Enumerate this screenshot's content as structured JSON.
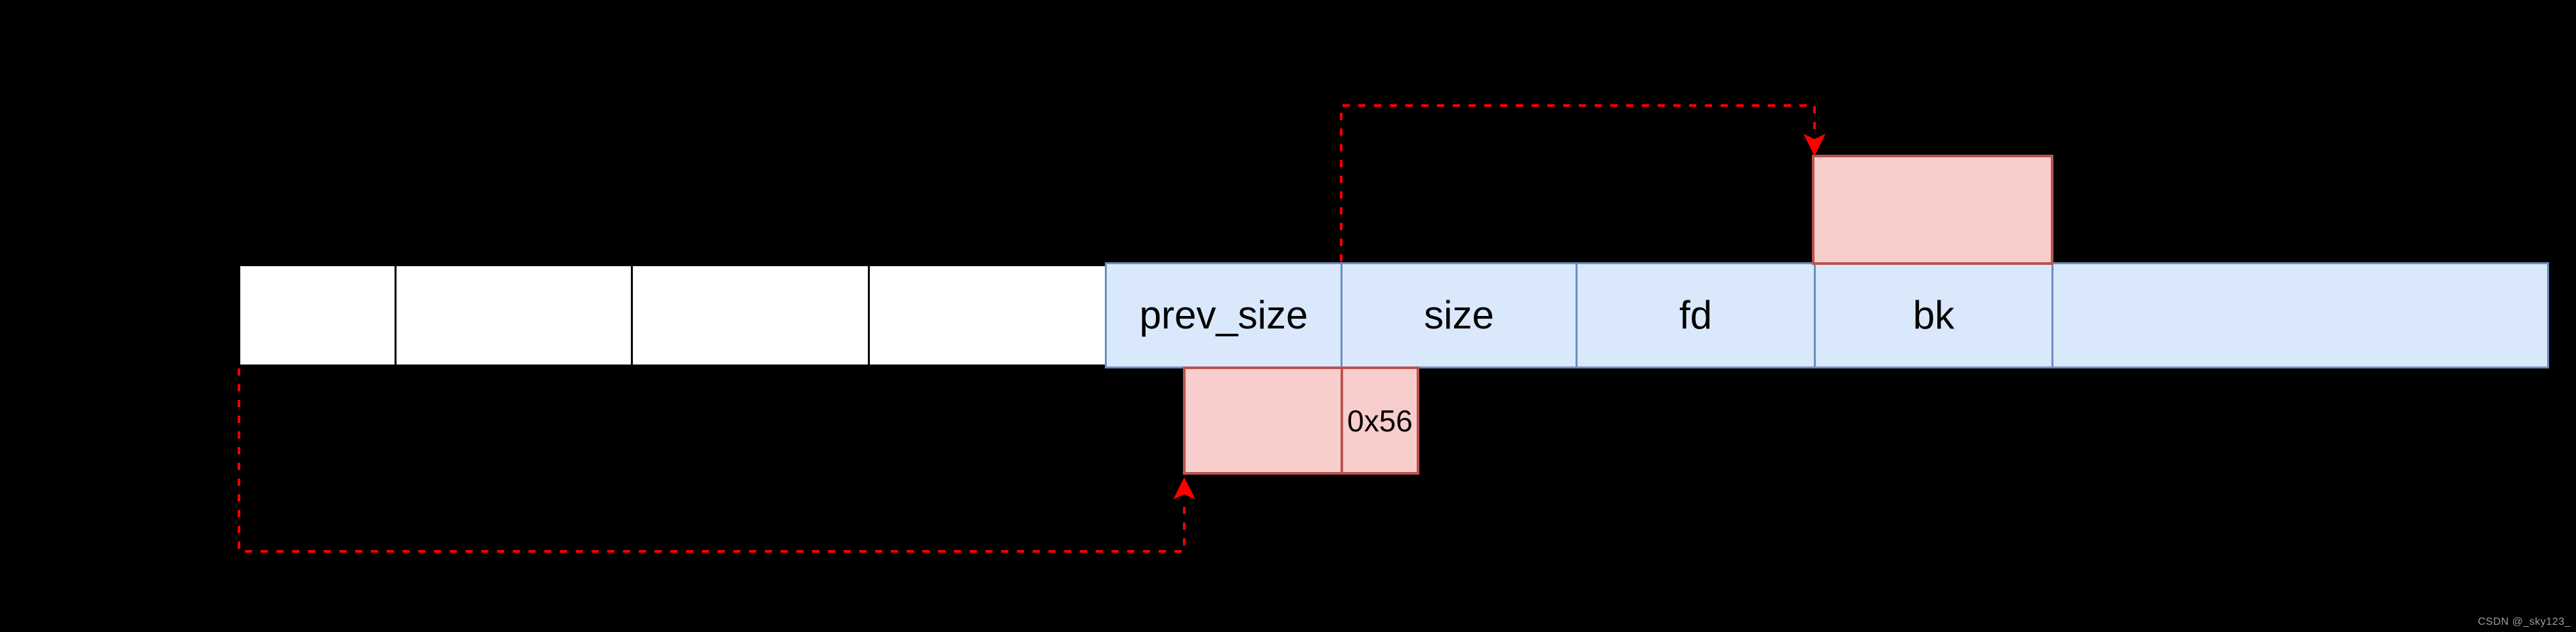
{
  "colors": {
    "background": "#000000",
    "chunk_fill": "#dae8fc",
    "chunk_stroke": "#6c8ebf",
    "highlight_fill": "#f8cecc",
    "highlight_stroke": "#b85450",
    "plain_cell_fill": "#ffffff",
    "plain_cell_stroke": "#000000",
    "arrow_color": "#ff0000",
    "watermark_color": "#9e9e9e",
    "label_color": "#000000"
  },
  "row": {
    "white_cells": [
      {
        "label": ""
      },
      {
        "label": ""
      },
      {
        "label": ""
      },
      {
        "label": ""
      }
    ],
    "blue_cells": [
      {
        "label": "prev_size"
      },
      {
        "label": "size"
      },
      {
        "label": "fd"
      },
      {
        "label": "bk"
      },
      {
        "label": ""
      }
    ]
  },
  "boxes": {
    "top_highlight": {
      "label": ""
    },
    "bottom_left_highlight": {
      "label": ""
    },
    "bottom_right_highlight": {
      "label": "0x56"
    }
  },
  "watermark": {
    "text": "CSDN @_sky123_"
  }
}
